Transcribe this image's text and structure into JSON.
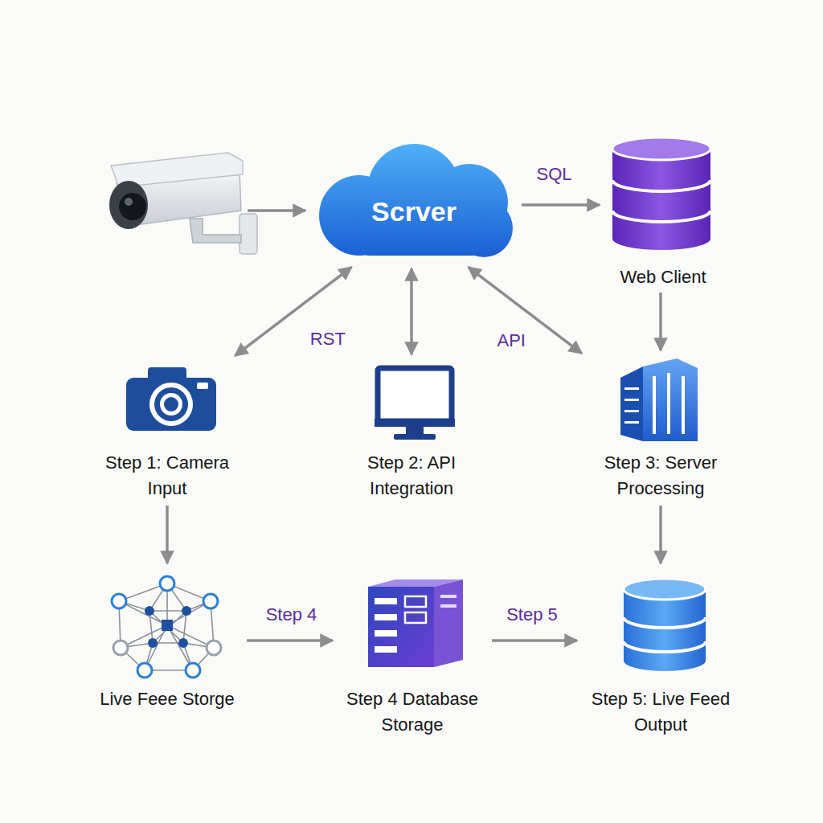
{
  "diagram": {
    "nodes": [
      {
        "text": [
          "Scrver"
        ]
      },
      {
        "text": [
          "Web Client"
        ]
      },
      {
        "text": [
          "Step 1: Camera Input"
        ]
      },
      {
        "text": [
          "Step 2: API Integration"
        ]
      },
      {
        "text": [
          "Step 3: Server Processing"
        ]
      },
      {
        "text": [
          "Live Feee Storge"
        ]
      },
      {
        "text": [
          "Step 4 Database Storage"
        ]
      },
      {
        "text": [
          "Step 5: Live Feed Output"
        ]
      }
    ],
    "edges": [
      {
        "from": 0,
        "to": 1,
        "label": "SQL",
        "arrow": "to"
      },
      {
        "from": 0,
        "to": 2,
        "label": "RST",
        "arrow": "both"
      },
      {
        "from": 0,
        "to": 3,
        "arrow": "both"
      },
      {
        "from": 0,
        "to": 4,
        "label": "API",
        "arrow": "both"
      },
      {
        "from": 1,
        "to": 4,
        "arrow": "to"
      },
      {
        "from": 2,
        "to": 5,
        "arrow": "to"
      },
      {
        "from": 5,
        "to": 6,
        "label": "Step 4",
        "arrow": "to"
      },
      {
        "from": 6,
        "to": 7,
        "label": "Step 5",
        "arrow": "to"
      },
      {
        "from": 4,
        "to": 7,
        "arrow": "to"
      }
    ]
  }
}
